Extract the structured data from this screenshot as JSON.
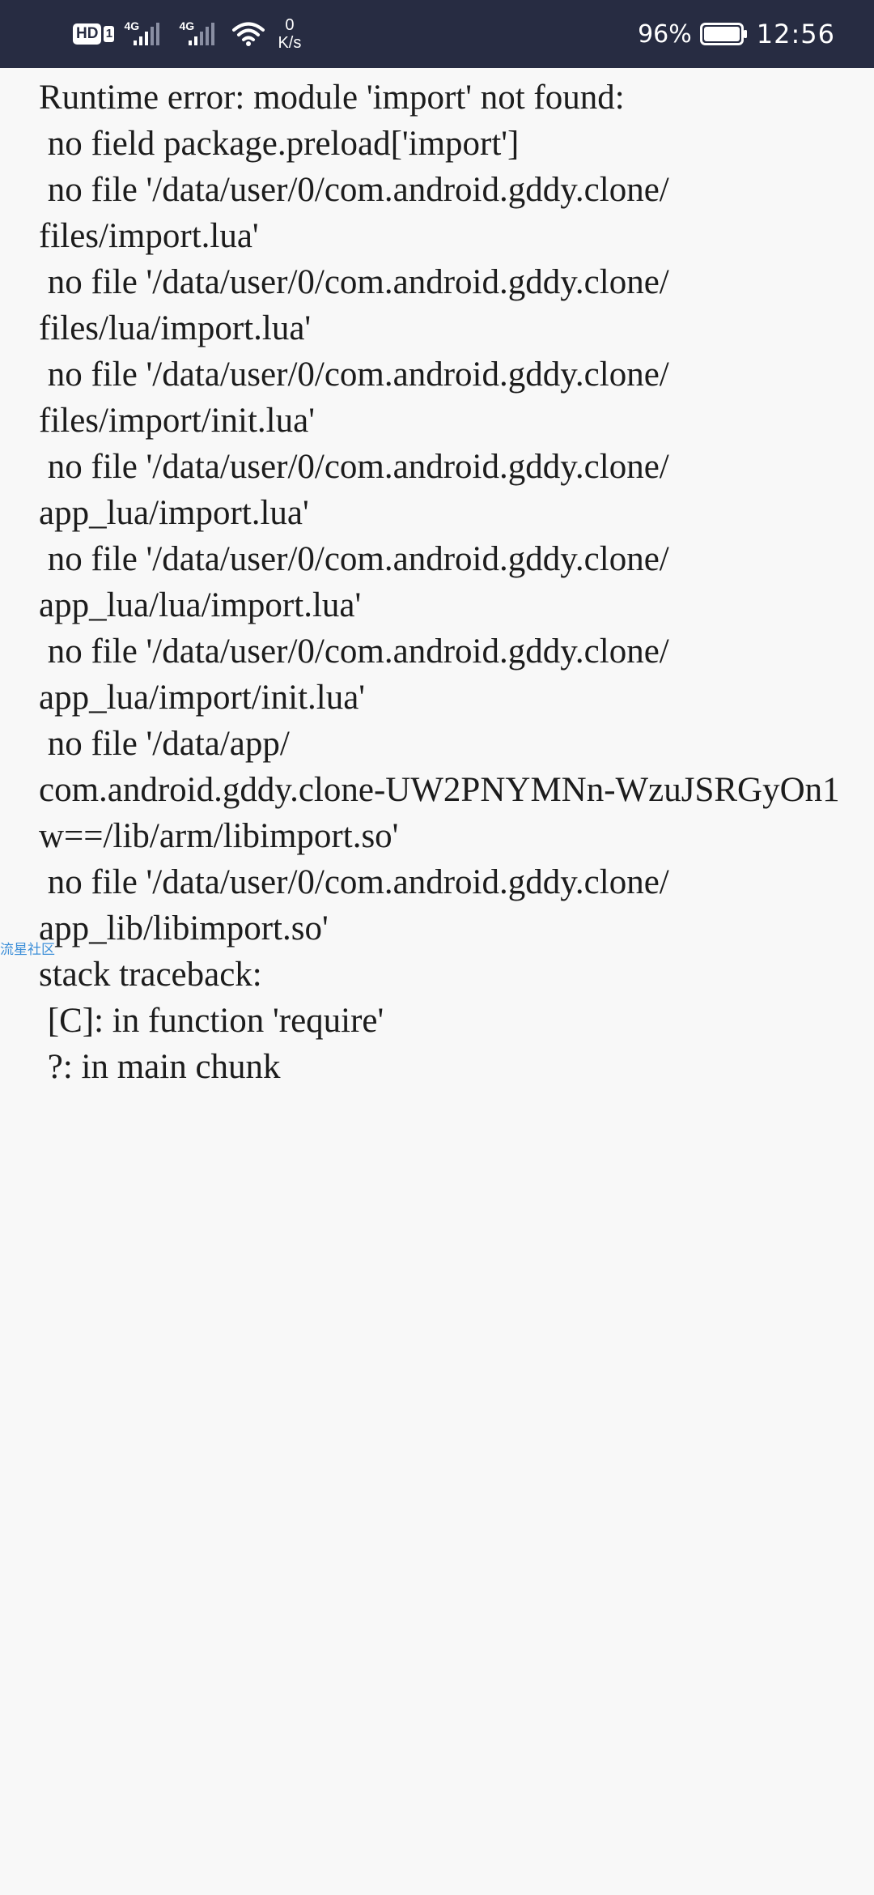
{
  "status_bar": {
    "hd_label": "HD",
    "sim_label": "1",
    "network_1": "4G",
    "network_2": "4G",
    "speed_value": "0",
    "speed_unit": "K/s",
    "battery_percent": "96%",
    "time": "12:56",
    "icons": [
      "hd-icon",
      "signal-icon",
      "signal-icon",
      "wifi-icon",
      "battery-icon"
    ]
  },
  "error_log": {
    "lines": [
      "Runtime error: module 'import' not found:",
      " no field package.preload['import']",
      " no file '/data/user/0/com.android.gddy.clone/",
      "files/import.lua'",
      " no file '/data/user/0/com.android.gddy.clone/",
      "files/lua/import.lua'",
      " no file '/data/user/0/com.android.gddy.clone/",
      "files/import/init.lua'",
      " no file '/data/user/0/com.android.gddy.clone/",
      "app_lua/import.lua'",
      " no file '/data/user/0/com.android.gddy.clone/",
      "app_lua/lua/import.lua'",
      " no file '/data/user/0/com.android.gddy.clone/",
      "app_lua/import/init.lua'",
      " no file '/data/app/",
      "com.android.gddy.clone-UW2PNYMNn-WzuJSRGyOn1",
      "w==/lib/arm/libimport.so'",
      " no file '/data/user/0/com.android.gddy.clone/",
      "app_lib/libimport.so'",
      "stack traceback:",
      " [C]: in function 'require'",
      " ?: in main chunk"
    ]
  },
  "watermark": "流星社区"
}
